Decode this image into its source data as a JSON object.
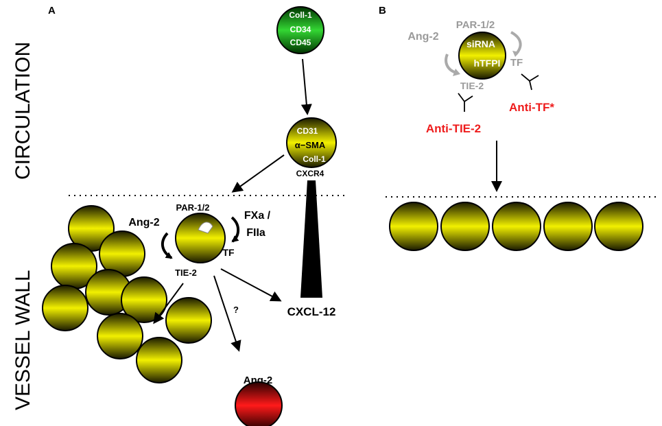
{
  "panels": {
    "a": {
      "label": "A"
    },
    "b": {
      "label": "B"
    }
  },
  "regions": {
    "circulation": "CIRCULATION",
    "vessel_wall": "VESSEL WALL"
  },
  "panel_a": {
    "progenitor_cell": {
      "line1": "Coll-1",
      "line2": "CD34",
      "line3": "CD45"
    },
    "differentiated_cell": {
      "line1": "CD31",
      "line2": "α−SMA",
      "line3": "Coll-1",
      "receptor": "CXCR4"
    },
    "central_cell": {
      "par": "PAR-1/2",
      "tf": "TF",
      "tie2": "TIE-2"
    },
    "ang2_label": "Ang-2",
    "fxa_line1": "FXa /",
    "fxa_line2": "FIIa",
    "cxcl12": "CXCL-12",
    "question": "?",
    "released_ang2": "Ang-2"
  },
  "panel_b": {
    "cell": {
      "line1": "siRNA",
      "line2": "hTFPI"
    },
    "par": "PAR-1/2",
    "ang2": "Ang-2",
    "tf": "TF",
    "tie2": "TIE-2",
    "anti_tie2": "Anti-TIE-2",
    "anti_tf": "Anti-TF*"
  },
  "colors": {
    "yellow_core": "#f2f000",
    "dark_band": "#1a1a00",
    "green_core": "#33d633",
    "red_core": "#ff1a1a",
    "antibody_red": "#ee1c1c",
    "gray_text": "#9a9a9a"
  }
}
